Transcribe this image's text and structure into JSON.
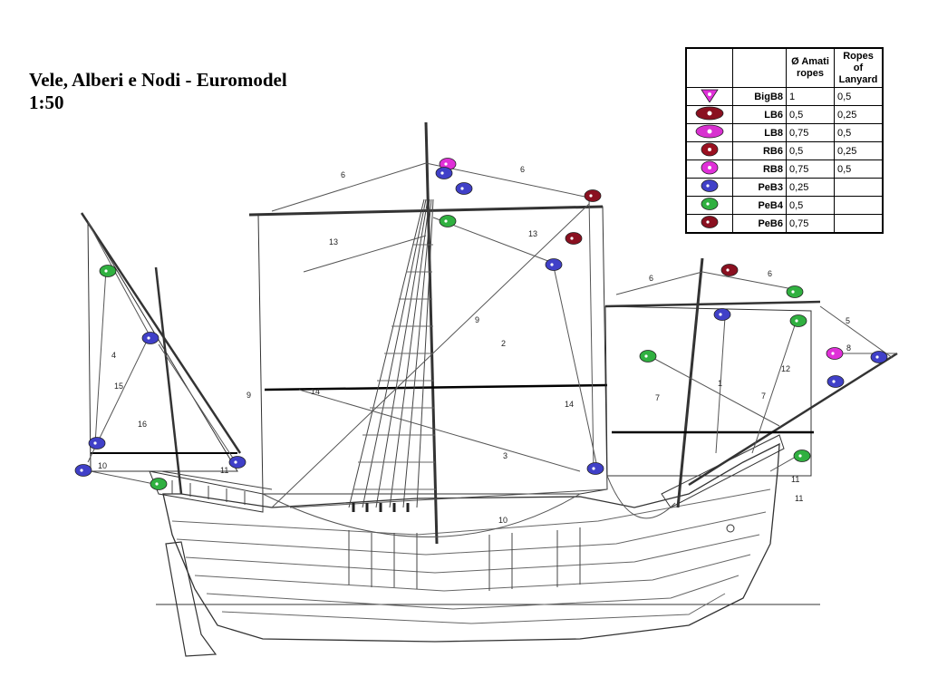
{
  "title": {
    "line1": "Vele, Alberi e Nodi - Euromodel",
    "line2": "1:50"
  },
  "legend": {
    "headers": [
      "",
      "",
      "Ø Amati ropes",
      "Ropes of Lanyard"
    ],
    "rows": [
      {
        "code": "BigB8",
        "amati": "1",
        "lanyard": "0,5",
        "color": "#e030d8",
        "shape": "triangle"
      },
      {
        "code": "LB6",
        "amati": "0,5",
        "lanyard": "0,25",
        "color": "#8a1020",
        "shape": "wide"
      },
      {
        "code": "LB8",
        "amati": "0,75",
        "lanyard": "0,5",
        "color": "#d830d0",
        "shape": "wide"
      },
      {
        "code": "RB6",
        "amati": "0,5",
        "lanyard": "0,25",
        "color": "#9a1020",
        "shape": "round"
      },
      {
        "code": "RB8",
        "amati": "0,75",
        "lanyard": "0,5",
        "color": "#e030d8",
        "shape": "round"
      },
      {
        "code": "PeB3",
        "amati": "0,25",
        "lanyard": "",
        "color": "#4040c8",
        "shape": "pear"
      },
      {
        "code": "PeB4",
        "amati": "0,5",
        "lanyard": "",
        "color": "#30b040",
        "shape": "pear"
      },
      {
        "code": "PeB6",
        "amati": "0,75",
        "lanyard": "",
        "color": "#8a1020",
        "shape": "pear"
      }
    ]
  },
  "diagram": {
    "line_numbers": [
      "6",
      "6",
      "13",
      "13",
      "6",
      "6",
      "9",
      "2",
      "5",
      "8",
      "12",
      "4",
      "15",
      "16",
      "14",
      "14",
      "1",
      "7",
      "7",
      "9",
      "3",
      "10",
      "11",
      "10",
      "11",
      "11"
    ],
    "blocks": [
      {
        "color": "#e030d8"
      },
      {
        "color": "#4040c8"
      },
      {
        "color": "#4040c8"
      },
      {
        "color": "#8a1020"
      },
      {
        "color": "#30b040"
      },
      {
        "color": "#8a1020"
      },
      {
        "color": "#4040c8"
      },
      {
        "color": "#30b040"
      },
      {
        "color": "#4040c8"
      },
      {
        "color": "#4040c8"
      },
      {
        "color": "#4040c8"
      },
      {
        "color": "#30b040"
      },
      {
        "color": "#30b040"
      },
      {
        "color": "#8a1020"
      },
      {
        "color": "#30b040"
      },
      {
        "color": "#4040c8"
      },
      {
        "color": "#30b040"
      },
      {
        "color": "#e030d8"
      },
      {
        "color": "#4040c8"
      },
      {
        "color": "#4040c8"
      },
      {
        "color": "#4040c8"
      },
      {
        "color": "#30b040"
      },
      {
        "color": "#4040c8"
      }
    ]
  }
}
